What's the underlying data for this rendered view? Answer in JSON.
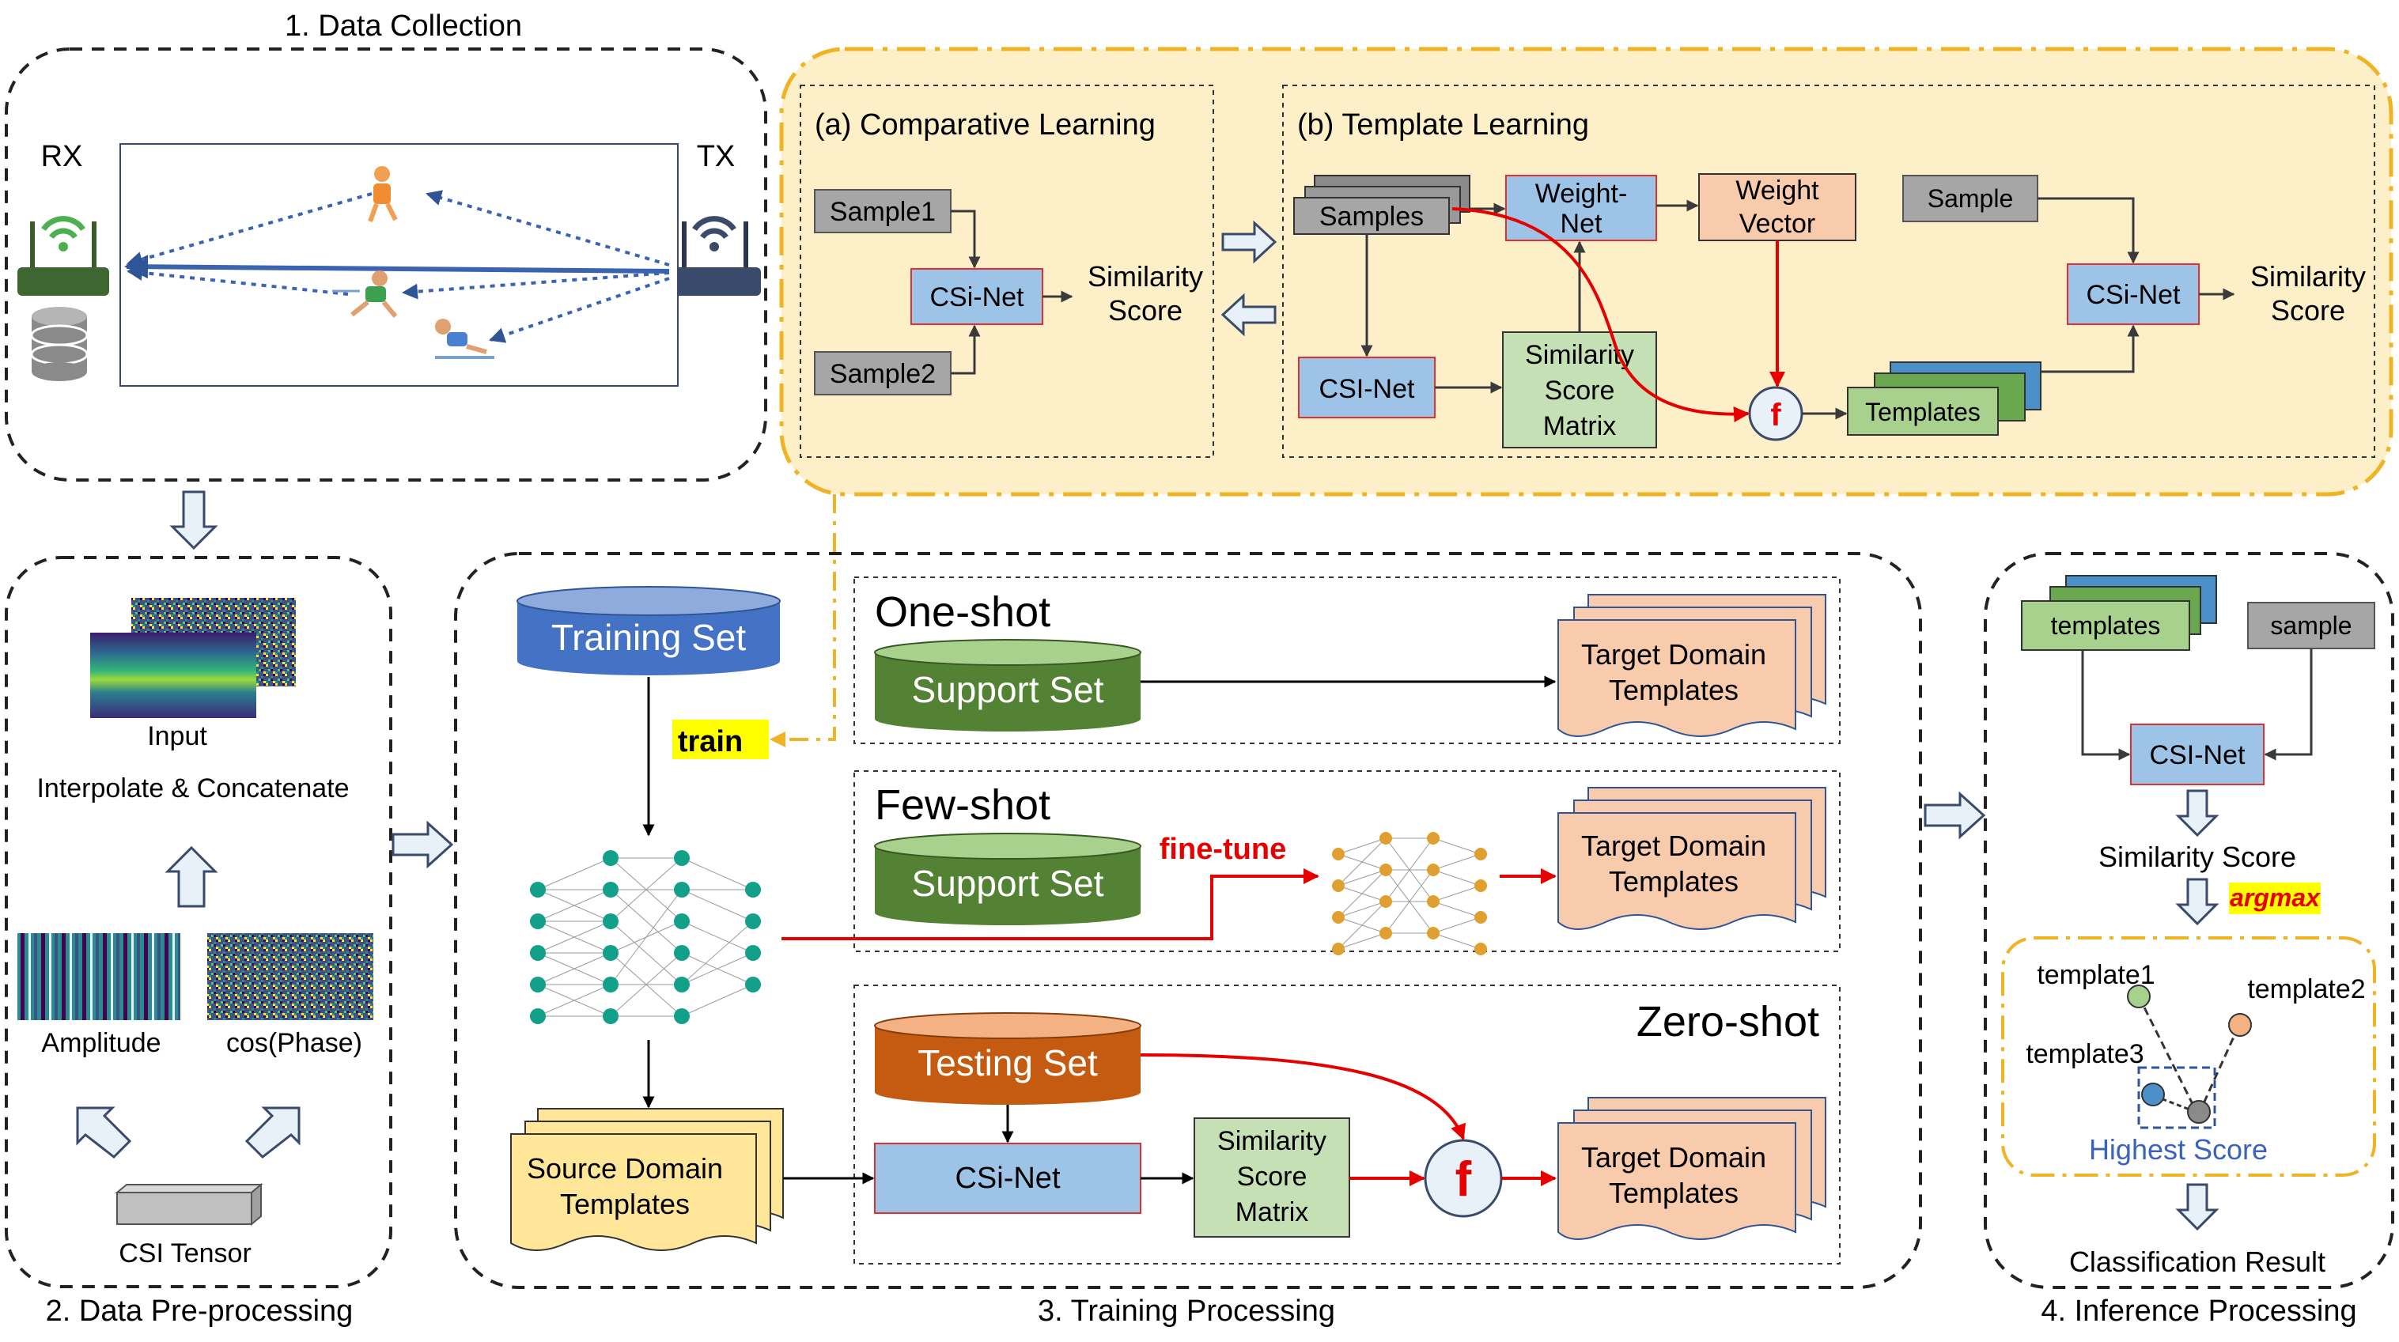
{
  "sections": {
    "data_collection": "1. Data Collection",
    "preprocessing": "2. Data Pre-processing",
    "training": "3. Training Processing",
    "inference": "4. Inference Processing"
  },
  "collection": {
    "rx": "RX",
    "tx": "TX"
  },
  "preproc": {
    "input": "Input",
    "interp": "Interpolate & Concatenate",
    "amplitude": "Amplitude",
    "phase": "cos(Phase)",
    "tensor": "CSI Tensor"
  },
  "comparative": {
    "title": "(a) Comparative Learning",
    "sample1": "Sample1",
    "sample2": "Sample2",
    "net": "CSi-Net",
    "score_l1": "Similarity",
    "score_l2": "Score"
  },
  "template_learning": {
    "title": "(b) Template Learning",
    "samples": "Samples",
    "weight_net_l1": "Weight-",
    "weight_net_l2": "Net",
    "weight_vec_l1": "Weight",
    "weight_vec_l2": "Vector",
    "sample": "Sample",
    "csi_net_upper": "CSI-Net",
    "csi_net": "CSi-Net",
    "ssm_l1": "Similarity",
    "ssm_l2": "Score",
    "ssm_l3": "Matrix",
    "f": "f",
    "templates": "Templates",
    "score_l1": "Similarity",
    "score_l2": "Score"
  },
  "training": {
    "training_set": "Training Set",
    "train": "train",
    "one_shot": "One-shot",
    "few_shot": "Few-shot",
    "zero_shot": "Zero-shot",
    "support_set": "Support Set",
    "testing_set": "Testing Set",
    "fine_tune": "fine-tune",
    "target_l1": "Target Domain",
    "target_l2": "Templates",
    "source_l1": "Source Domain",
    "source_l2": "Templates",
    "csi_net": "CSi-Net",
    "ssm_l1": "Similarity",
    "ssm_l2": "Score",
    "ssm_l3": "Matrix",
    "f": "f"
  },
  "inference": {
    "templates": "templates",
    "sample": "sample",
    "csi_net": "CSI-Net",
    "similarity": "Similarity Score",
    "argmax": "argmax",
    "t1": "template1",
    "t2": "template2",
    "t3": "template3",
    "highest": "Highest Score",
    "result": "Classification Result"
  },
  "colors": {
    "gray_box": "#a6a6a6",
    "blue_box": "#9dc3e6",
    "green_box": "#c5e0b4",
    "orange_box": "#f8cbad",
    "yellow_panel": "#fdf0c8",
    "dash_orange": "#f0b323",
    "db_blue": "#4472c4",
    "db_green": "#548235",
    "db_orange": "#c55a11",
    "red_arrow": "#e60000",
    "nn_teal": "#13a08a",
    "nn_orange": "#e0a030"
  }
}
